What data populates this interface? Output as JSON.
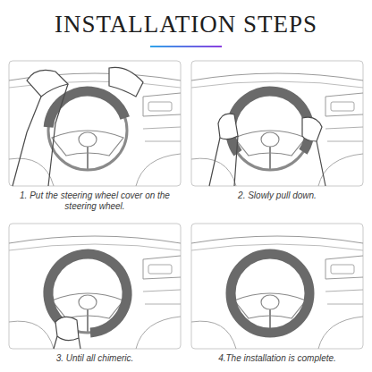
{
  "diagram": {
    "title": "INSTALLATION STEPS",
    "labels": [
      "1. Put the steering wheel cover on the steering wheel.",
      "2. Slowly pull down.",
      "3. Until all chimeric.",
      "4.The installation is complete."
    ]
  }
}
